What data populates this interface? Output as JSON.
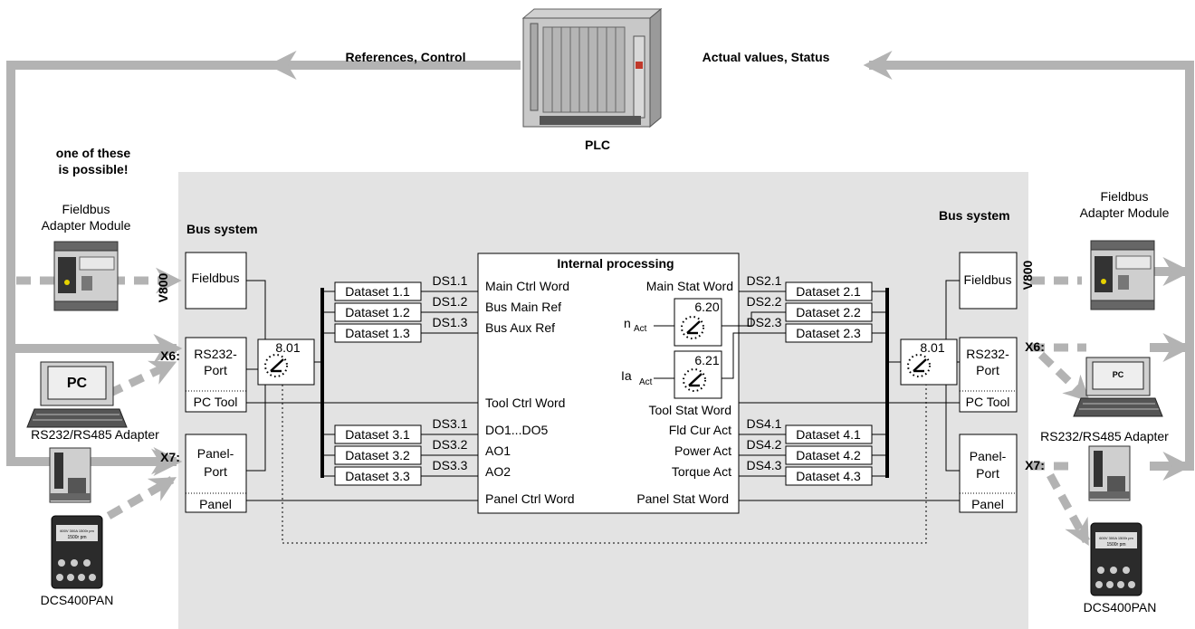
{
  "top": {
    "references_label": "References, Control",
    "actual_label": "Actual values, Status",
    "plc_label": "PLC"
  },
  "left": {
    "note_line1": "one of these",
    "note_line2": "is possible!",
    "fieldbus_module_line1": "Fieldbus",
    "fieldbus_module_line2": "Adapter Module",
    "pc_label": "PC",
    "adapter_label": "RS232/RS485 Adapter",
    "panel_name": "DCS400PAN",
    "port_v800": "V800",
    "port_x6": "X6:",
    "port_x7": "X7:"
  },
  "right": {
    "fieldbus_module_line1": "Fieldbus",
    "fieldbus_module_line2": "Adapter Module",
    "pc_label": "PC",
    "adapter_label": "RS232/RS485 Adapter",
    "panel_name": "DCS400PAN",
    "port_v800": "V800",
    "port_x6": "X6:",
    "port_x7": "X7:"
  },
  "panel_display": {
    "line1": "600V 300A 1500r pm",
    "line2": "1500r pm"
  },
  "bus_left": {
    "title": "Bus system",
    "fieldbus": "Fieldbus",
    "rs232_line1": "RS232-",
    "rs232_line2": "Port",
    "pc_tool": "PC Tool",
    "panel_port_line1": "Panel-",
    "panel_port_line2": "Port",
    "panel": "Panel",
    "selector": "8.01"
  },
  "bus_right": {
    "title": "Bus system",
    "fieldbus": "Fieldbus",
    "rs232_line1": "RS232-",
    "rs232_line2": "Port",
    "pc_tool": "PC Tool",
    "panel_port_line1": "Panel-",
    "panel_port_line2": "Port",
    "panel": "Panel",
    "selector": "8.01"
  },
  "datasets_left": [
    "Dataset 1.1",
    "Dataset 1.2",
    "Dataset 1.3",
    "Dataset 3.1",
    "Dataset 3.2",
    "Dataset 3.3"
  ],
  "ds_left": [
    "DS1.1",
    "DS1.2",
    "DS1.3",
    "DS3.1",
    "DS3.2",
    "DS3.3"
  ],
  "datasets_right": [
    "Dataset 2.1",
    "Dataset 2.2",
    "Dataset 2.3",
    "Dataset 4.1",
    "Dataset 4.2",
    "Dataset 4.3"
  ],
  "ds_right": [
    "DS2.1",
    "DS2.2",
    "DS2.3",
    "DS4.1",
    "DS4.2",
    "DS4.3"
  ],
  "internal": {
    "title": "Internal processing",
    "left_signals": [
      "Main Ctrl Word",
      "Bus Main Ref",
      "Bus Aux Ref",
      "Tool Ctrl Word",
      "DO1...DO5",
      "AO1",
      "AO2",
      "Panel Ctrl Word"
    ],
    "right_signals": [
      "Main Stat Word",
      "Tool Stat Word",
      "Fld Cur Act",
      "Power Act",
      "Torque Act",
      "Panel Stat Word"
    ],
    "n_act_label": "n",
    "n_act_sub": "Act",
    "n_act_param": "6.20",
    "ia_act_label": "Ia",
    "ia_act_sub": "Act",
    "ia_act_param": "6.21"
  }
}
